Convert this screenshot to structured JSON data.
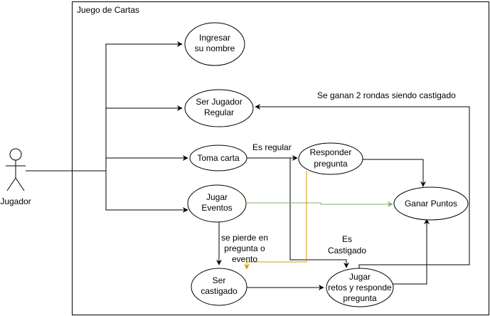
{
  "system": {
    "title": "Juego de Cartas"
  },
  "actor": {
    "name": "Jugador"
  },
  "use_cases": {
    "ingresar": {
      "line1": "Ingresar",
      "line2": "su nombre"
    },
    "ser_regular": {
      "line1": "Ser Jugador",
      "line2": "Regular"
    },
    "toma_carta": {
      "line1": "Toma carta"
    },
    "responder": {
      "line1": "Responder",
      "line2": "pregunta"
    },
    "jugar_eventos": {
      "line1": "Jugar",
      "line2": "Eventos"
    },
    "ganar_puntos": {
      "line1": "Ganar Puntos"
    },
    "ser_castigado": {
      "line1": "Ser",
      "line2": "castigado"
    },
    "jugar_retos": {
      "line1": "Jugar",
      "line2": "retos y responde",
      "line3": "pregunta"
    }
  },
  "edge_labels": {
    "dos_rondas": "Se ganan 2 rondas siendo castigado",
    "es_regular": "Es regular",
    "es_castigado": {
      "line1": "Es",
      "line2": "Castigado"
    },
    "se_pierde": {
      "line1": "se pierde en",
      "line2": "pregunta o",
      "line3": "evento"
    }
  },
  "colors": {
    "stroke": "#000000",
    "green_edge": "#82b366",
    "orange_edge": "#d79b00"
  }
}
